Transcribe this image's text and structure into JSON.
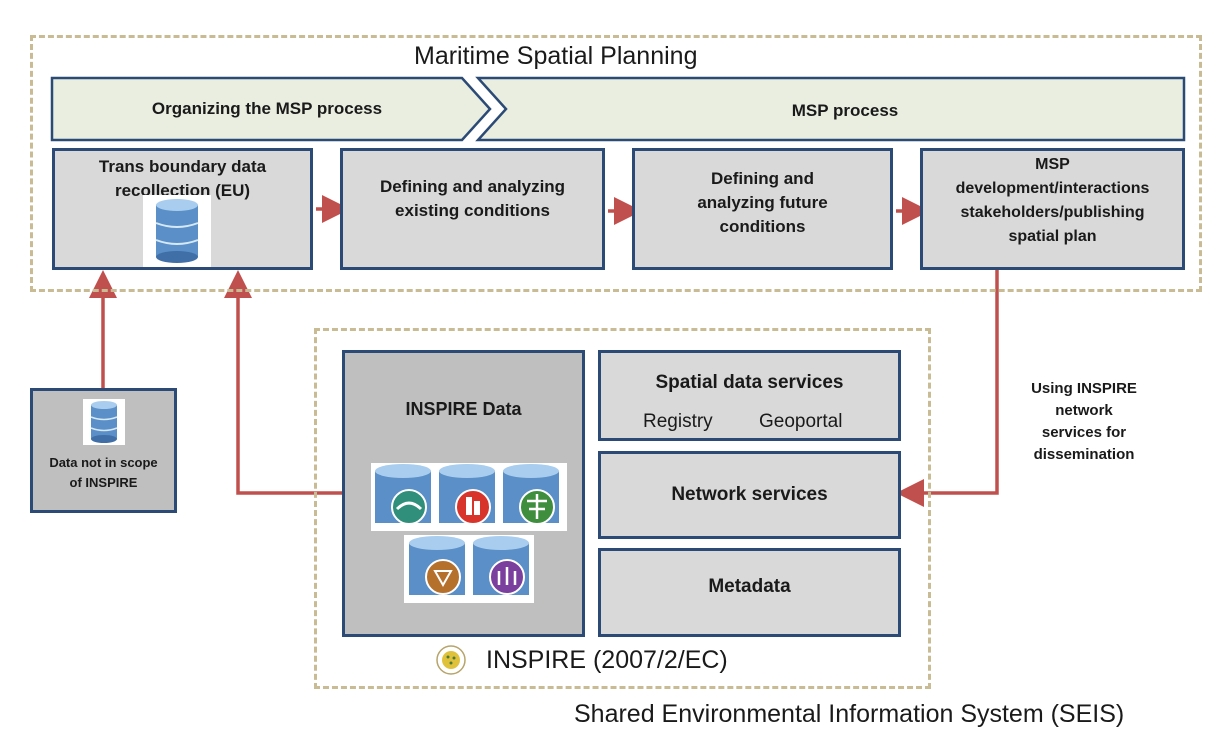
{
  "msp": {
    "title": "Maritime Spatial Planning",
    "chevron_left": "Organizing the MSP process",
    "chevron_right": "MSP process",
    "steps": [
      "Trans boundary data\nrecollection (EU)",
      "Defining and analyzing\nexisting conditions",
      "Defining and\nanalyzing future\nconditions",
      "MSP\ndevelopment/interactions\nstakeholders/publishing\nspatial plan"
    ]
  },
  "external": {
    "label": "Data not in scope\nof INSPIRE"
  },
  "inspire": {
    "title": "INSPIRE (2007/2/EC)",
    "data_label": "INSPIRE Data",
    "spatial_services": {
      "title": "Spatial data services",
      "items": [
        "Registry",
        "Geoportal"
      ]
    },
    "network_services": "Network services",
    "metadata": "Metadata",
    "network_annotation": "Using INSPIRE\nnetwork\nservices for\ndissemination",
    "theme_icons": [
      "wave-theme-icon",
      "building-theme-icon",
      "energy-theme-icon",
      "network-theme-icon",
      "population-theme-icon"
    ]
  },
  "seis": {
    "title": "Shared Environmental Information System (SEIS)"
  },
  "colors": {
    "box_border": "#2b4a75",
    "box_fill": "#d9d9d9",
    "arrow": "#c0504d",
    "dash": "#c9bc94",
    "chevron_fill": "#e9eee0"
  }
}
